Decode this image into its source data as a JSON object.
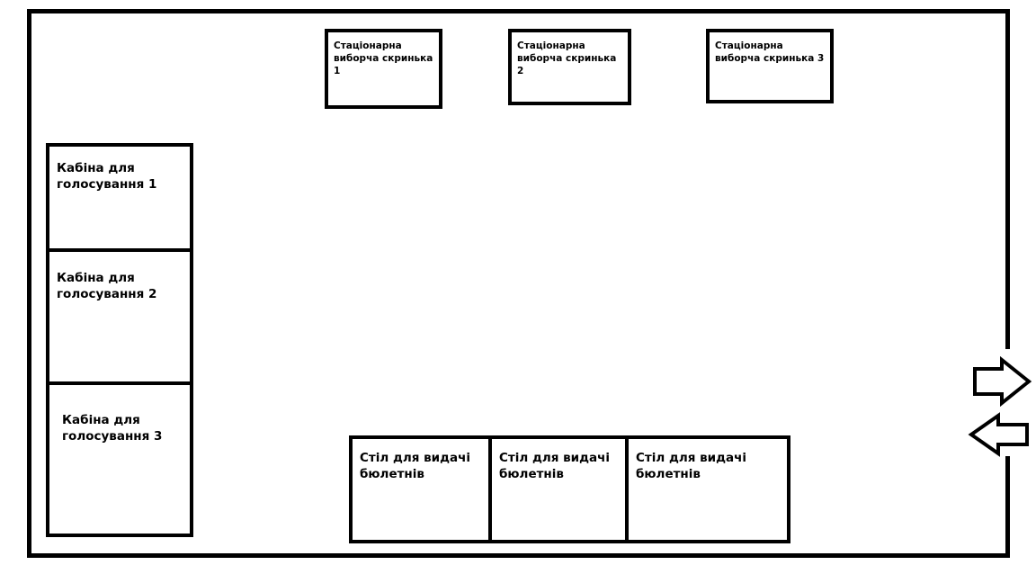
{
  "ballot_boxes": [
    {
      "label": "Стаціонарна виборча скринька 1"
    },
    {
      "label": "Стаціонарна виборча скринька 2"
    },
    {
      "label": "Стаціонарна виборча скринька 3"
    }
  ],
  "voting_booths": [
    {
      "label": "Кабіна для голосування 1"
    },
    {
      "label": "Кабіна для голосування 2"
    },
    {
      "label": "Кабіна для голосування 3"
    }
  ],
  "ballot_tables": [
    {
      "label": "Стіл для видачі бюлетнів"
    },
    {
      "label": "Стіл для видачі бюлетнів"
    },
    {
      "label": "Стіл для видачі бюлетнів"
    }
  ],
  "entrance": {
    "icons": [
      "arrow-right-icon",
      "arrow-left-icon"
    ]
  }
}
